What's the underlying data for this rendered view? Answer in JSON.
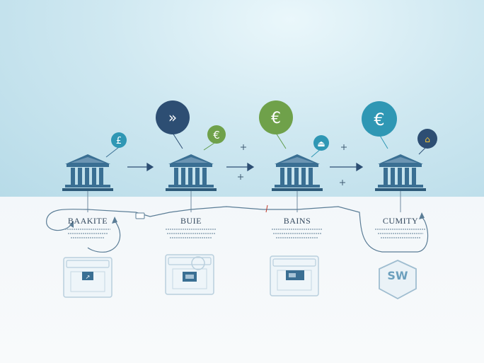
{
  "stages": [
    {
      "label": "BAAKITE",
      "coin_symbol": "£",
      "coin_color": "#3a6f93",
      "coin_icon": "pound-icon"
    },
    {
      "label": "BUIE",
      "coin_symbol": "€",
      "coin_color": "#5f9b4a",
      "coin_icon": "euro-icon"
    },
    {
      "label": "BAINS",
      "coin_symbol": "€",
      "coin_color": "#6fa14a",
      "coin_icon": "euro-icon"
    },
    {
      "label": "CUMITY",
      "coin_symbol": "€",
      "coin_color": "#2f97b4",
      "coin_icon": "euro-icon"
    }
  ],
  "badge_text": "SW",
  "colors": {
    "bank": "#3a6f93",
    "line": "#5b7d96",
    "accent_green": "#6fa14a",
    "accent_teal": "#2f97b4",
    "navy": "#2d4e73"
  }
}
